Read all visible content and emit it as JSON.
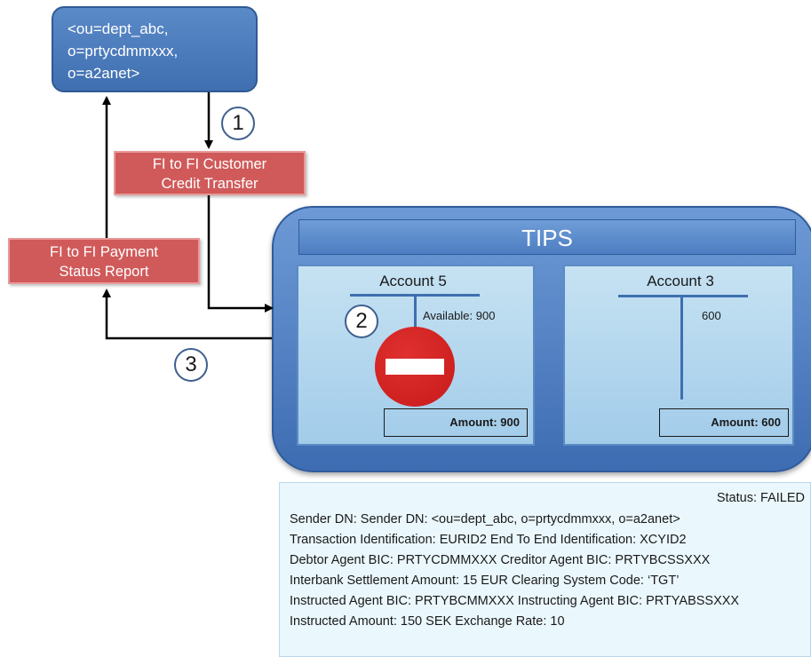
{
  "dn_box": {
    "lines": [
      "<ou=dept_abc,",
      "o=prtycdmmxxx,",
      "o=a2anet>"
    ]
  },
  "messages": {
    "credit_transfer": [
      "FI to FI Customer",
      "Credit Transfer"
    ],
    "status_report": [
      "FI to FI Payment",
      "Status Report"
    ]
  },
  "steps": [
    "1",
    "2",
    "3"
  ],
  "tips": {
    "title": "TIPS",
    "account5": {
      "title": "Account 5",
      "available": "Available: 900",
      "amount": "Amount: 900"
    },
    "account3": {
      "title": "Account 3",
      "balance": "600",
      "amount": "Amount: 600"
    }
  },
  "status_panel": {
    "status": "Status: FAILED",
    "lines": [
      "Sender DN: Sender DN: <ou=dept_abc, o=prtycdmmxxx, o=a2anet>",
      "Transaction Identification: EURID2    End To End Identification: XCYID2",
      "Debtor Agent BIC: PRTYCDMMXXX    Creditor Agent BIC: PRTYBCSSXXX",
      "Interbank Settlement Amount: 15 EUR    Clearing System Code: ‘TGT’",
      "Instructed Agent BIC: PRTYBCMMXXX    Instructing Agent BIC: PRTYABSSXXX",
      "Instructed Amount: 150 SEK    Exchange Rate: 10"
    ]
  },
  "colors": {
    "dn_box": "#4a7cc0",
    "message_box": "#d05a5a",
    "tips_platform": "#5586c8",
    "account_panel": "#b4d8ef",
    "stop_sign": "#d42020",
    "status_panel": "#eaf7fd"
  },
  "icons": {
    "rejection": "stop-sign-icon"
  }
}
